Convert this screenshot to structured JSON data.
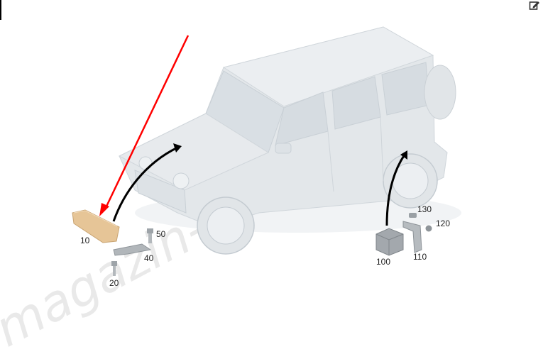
{
  "toolbar": {
    "edit_icon": "edit-icon"
  },
  "watermark": {
    "text": "magazin-detals.ru"
  },
  "callouts": {
    "c10": "10",
    "c20": "20",
    "c40": "40",
    "c50": "50",
    "c100": "100",
    "c110": "110",
    "c120": "120",
    "c130": "130"
  },
  "colors": {
    "vehicle": "#e3e7ea",
    "vehicle_shadow": "#cdd3d8",
    "part_highlight": "#e6c597",
    "part_gray": "#a9aeb3",
    "arrow_red": "#ff0000",
    "arrow_black": "#000000"
  }
}
